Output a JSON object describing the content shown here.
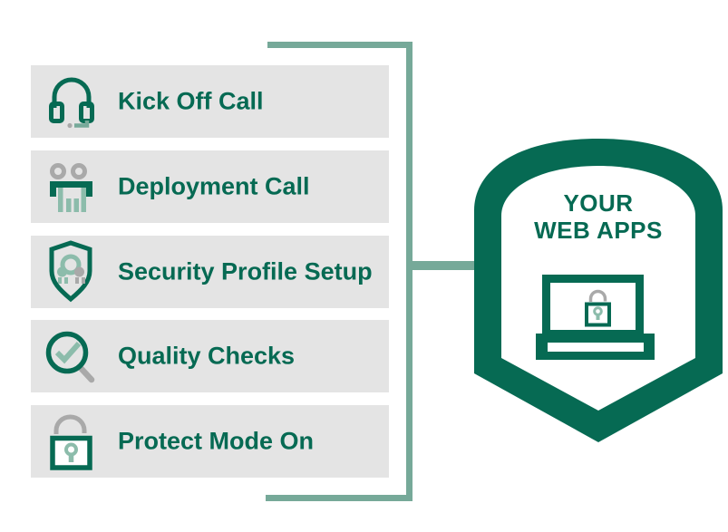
{
  "colors": {
    "dark-green": "#066A53",
    "sage": "#76A999",
    "light-green": "#8CBCAB",
    "gray": "#A9A9A9",
    "bar-bg": "#E4E4E4",
    "white": "#FFFFFF"
  },
  "steps": [
    {
      "label": "Kick Off Call",
      "icon": "headset-icon"
    },
    {
      "label": "Deployment Call",
      "icon": "team-chart-icon"
    },
    {
      "label": "Security Profile Setup",
      "icon": "shield-keys-icon"
    },
    {
      "label": "Quality Checks",
      "icon": "magnifier-check-icon"
    },
    {
      "label": "Protect Mode On",
      "icon": "padlock-icon"
    }
  ],
  "shield": {
    "title_line1": "YOUR",
    "title_line2": "WEB APPS",
    "icon": "secured-laptop-icon"
  }
}
